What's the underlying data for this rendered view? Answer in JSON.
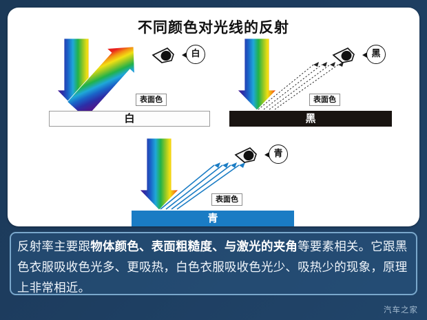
{
  "page": {
    "title": "不同颜色对光线的反射",
    "watermark": "汽车之家",
    "background_color": "#1d3c5e",
    "card_color": "#ffffff"
  },
  "diagrams": [
    {
      "id": "white",
      "surface_label": "白",
      "surface_color": "#fdfdfd",
      "surface_text_color": "#111111",
      "tag_label": "表面色",
      "bubble_label": "白",
      "eye_icon": "eye-icon",
      "reflection_style": "rainbow-arrow",
      "incoming_style": "rainbow-arrow"
    },
    {
      "id": "black",
      "surface_label": "黑",
      "surface_color": "#191411",
      "surface_text_color": "#ffffff",
      "tag_label": "表面色",
      "bubble_label": "黑",
      "eye_icon": "eye-icon",
      "reflection_style": "dotted-thin-rays",
      "incoming_style": "rainbow-arrow"
    },
    {
      "id": "blue",
      "surface_label": "青",
      "surface_color": "#1a7cc4",
      "surface_text_color": "#ffffff",
      "tag_label": "表面色",
      "bubble_label": "青",
      "eye_icon": "eye-icon",
      "reflection_style": "blue-thin-rays",
      "incoming_style": "rainbow-arrow"
    }
  ],
  "caption": {
    "part1": "反射率主要跟",
    "bold1": "物体颜色、表面粗糙度、与激光的夹角",
    "part2": "等要素相关。它跟黑色衣服吸收色光多、更吸热，白色衣服吸收色光少、吸热少的现象，原理上非常相近。"
  },
  "rainbow_stops": [
    "#4b1a8f",
    "#2b2fa8",
    "#1a63c8",
    "#1fa8d8",
    "#21b24a",
    "#8ec627",
    "#f2e014",
    "#f39313",
    "#e8221f"
  ]
}
